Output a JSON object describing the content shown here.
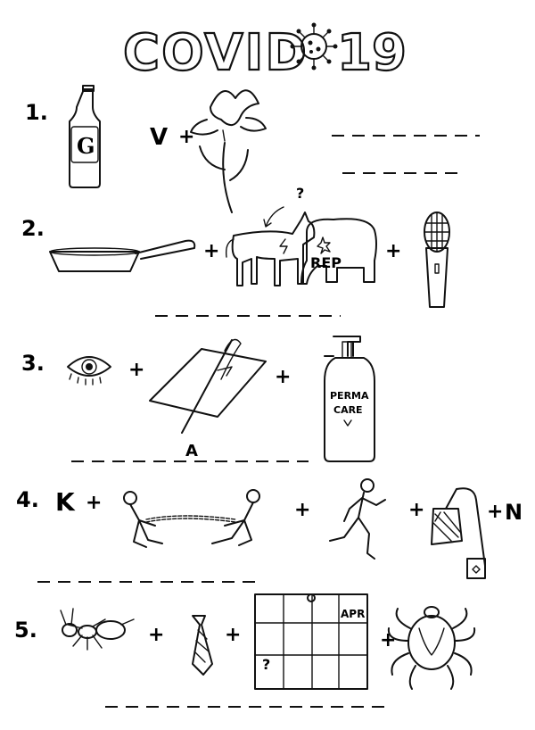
{
  "title": {
    "left": "COVID",
    "right": "19"
  },
  "puzzles": [
    {
      "number": "1.",
      "letters": [
        "V"
      ],
      "labels": {}
    },
    {
      "number": "2.",
      "letters": [],
      "labels": {
        "elephant_sign": "REP",
        "question": "?"
      }
    },
    {
      "number": "3.",
      "letters": [
        "A"
      ],
      "labels": {
        "bottle_line1": "PERMA",
        "bottle_line2": "CARE"
      }
    },
    {
      "number": "4.",
      "letters": [
        "K",
        "N"
      ],
      "labels": {}
    },
    {
      "number": "5.",
      "letters": [],
      "labels": {
        "calendar_month": "APR",
        "calendar_question": "?"
      }
    }
  ],
  "plus_sign": "+",
  "icons": {
    "p1": [
      "beer-bottle-icon",
      "iris-flower-icon"
    ],
    "p2": [
      "frying-pan-icon",
      "donkey-icon",
      "elephant-icon",
      "microphone-icon"
    ],
    "p3": [
      "eye-icon",
      "needle-thread-icon",
      "lotion-bottle-icon"
    ],
    "p4": [
      "tug-of-war-icon",
      "runner-icon",
      "tea-bag-icon"
    ],
    "p5": [
      "ant-icon",
      "tie-icon",
      "calendar-icon",
      "tick-icon"
    ]
  }
}
